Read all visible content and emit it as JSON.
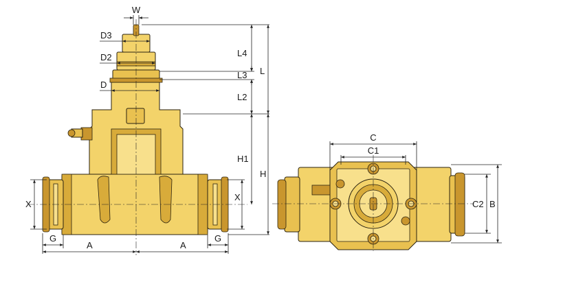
{
  "side_view": {
    "labels": {
      "w": "W",
      "d3": "D3",
      "d2": "D2",
      "d": "D",
      "l4": "L4",
      "l3": "L3",
      "l2": "L2",
      "l": "L",
      "h1": "H1",
      "h": "H",
      "x_left": "X",
      "x_right": "X",
      "g_left": "G",
      "g_right": "G",
      "a_left": "A",
      "a_right": "A"
    }
  },
  "top_view": {
    "labels": {
      "c": "C",
      "c1": "C1",
      "c2": "C2",
      "b": "B"
    }
  }
}
